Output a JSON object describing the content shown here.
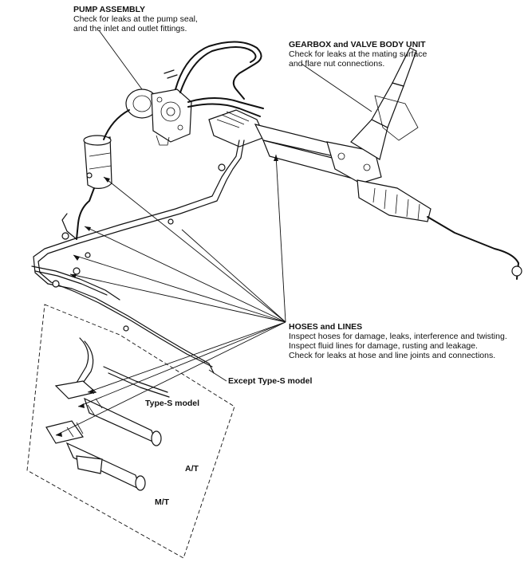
{
  "callouts": {
    "pump": {
      "title": "PUMP ASSEMBLY",
      "lines": [
        "Check for leaks at the pump seal,",
        "and the inlet and outlet fittings."
      ]
    },
    "gearbox": {
      "title": "GEARBOX and VALVE BODY UNIT",
      "lines": [
        "Check for leaks at the mating surface",
        "and flare nut connections."
      ]
    },
    "hoses": {
      "title": "HOSES and LINES",
      "lines": [
        "Inspect hoses for damage, leaks, interference and twisting.",
        "Inspect fluid lines for damage, rusting and leakage.",
        "Check for leaks at hose and line joints and connections."
      ]
    }
  },
  "model_labels": {
    "except_type_s": "Except Type-S model",
    "type_s": "Type-S model",
    "at": "A/T",
    "mt": "M/T"
  }
}
